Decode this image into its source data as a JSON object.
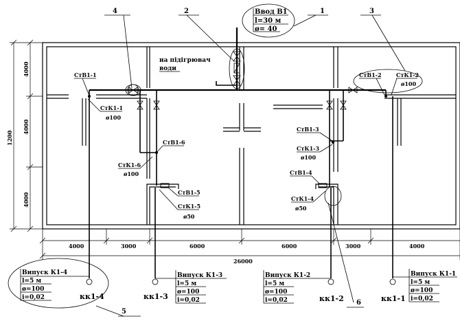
{
  "leaders": [
    "1",
    "2",
    "3",
    "4",
    "5",
    "6"
  ],
  "inlet": {
    "title": "Ввод В1",
    "length": "l=30 м",
    "dia": "ø= 40"
  },
  "heater": {
    "line1": "на підігрювач",
    "line2": "води"
  },
  "risers": {
    "stv1_1": "СтВ1-1",
    "stk1_1": "СтК1-1",
    "d100_a": "ø100",
    "stv1_2": "СтВ1-2",
    "stk1_2": "СтК1-2",
    "d100_b": "ø100",
    "stv1_6": "СтВ1-6",
    "stk1_6": "СтК1-6",
    "d100_c": "ø100",
    "stv1_3": "СтВ1-3",
    "stk1_3": "СтК1-3",
    "d100_d": "ø100",
    "stv1_5": "СтВ1-5",
    "stk1_5": "СтК1-5",
    "d50_a": "ø50",
    "stv1_4": "СтВ1-4",
    "stk1_4": "СтК1-4",
    "d50_b": "ø50"
  },
  "dims": {
    "left": [
      "4000",
      "4000",
      "4000"
    ],
    "total_height": "1200",
    "bottom": [
      "4000",
      "3000",
      "6000",
      "6000",
      "3000",
      "4000"
    ],
    "total_width": "26000"
  },
  "outlets": [
    {
      "title": "Випуск К1-4",
      "l": "l=5 м",
      "d": "ø=100",
      "i": "i=0,02",
      "well": "кк1-4"
    },
    {
      "title": "Випуск К1-3",
      "l": "l=5 м",
      "d": "ø=100",
      "i": "i=0,02",
      "well": "кк1-3"
    },
    {
      "title": "Випуск К1-2",
      "l": "l=5 м",
      "d": "ø=100",
      "i": "i=0,02",
      "well": "кк1-2"
    },
    {
      "title": "Випуск К1-1",
      "l": "l=5 м",
      "d": "ø=100",
      "i": "i=0,02",
      "well": "кк1-1"
    }
  ]
}
